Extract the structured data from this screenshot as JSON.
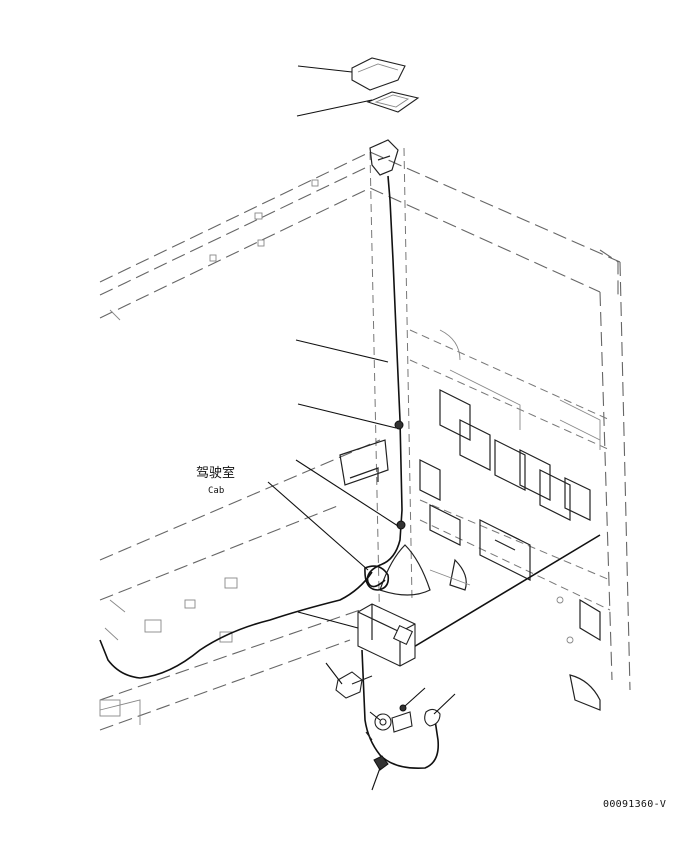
{
  "labels": {
    "cab_zh": "驾驶室",
    "cab_en": "Cab",
    "figure_id": "00091360-V"
  }
}
